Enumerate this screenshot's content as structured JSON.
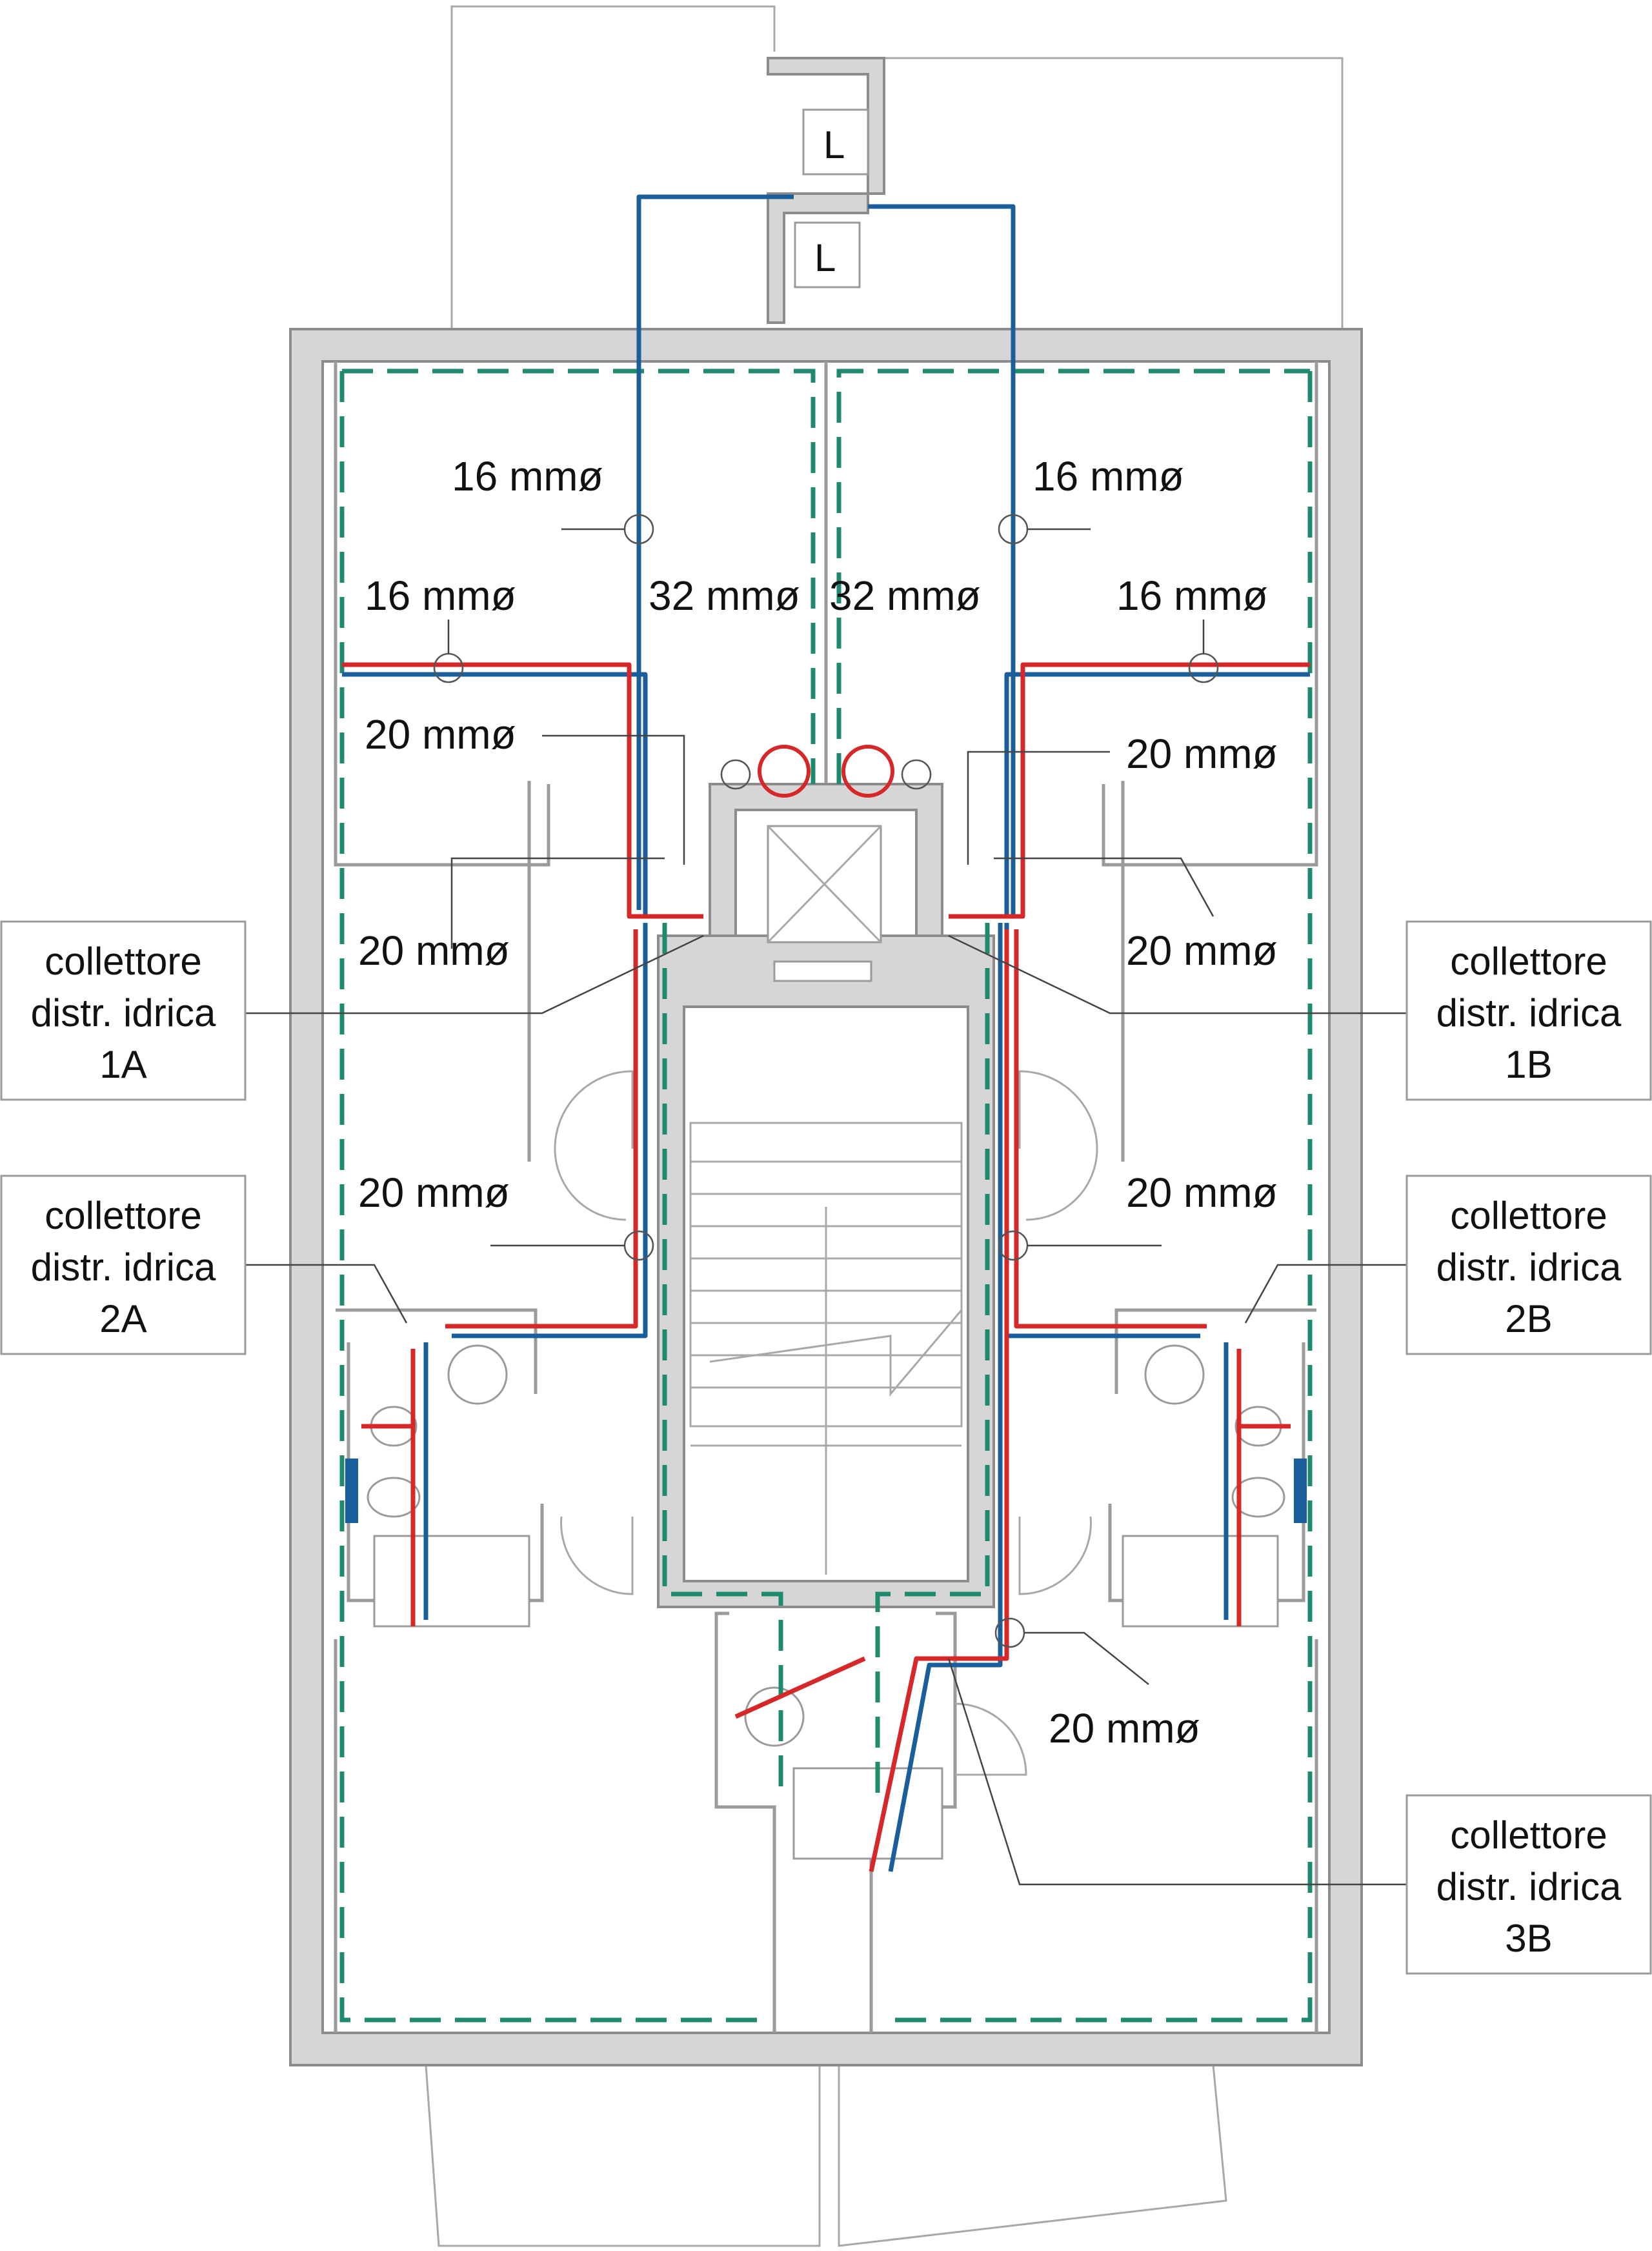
{
  "diameter_labels": {
    "nw_upper": "16 mmø",
    "ne_upper": "16 mmø",
    "nw_lower": "16 mmø",
    "ne_lower": "16 mmø",
    "center_left": "32 mmø",
    "center_right": "32 mmø",
    "w_riser": "20 mmø",
    "e_riser": "20 mmø",
    "w_mid": "20 mmø",
    "e_mid": "20 mmø",
    "w_low": "20 mmø",
    "e_low": "20 mmø",
    "s_center": "20 mmø"
  },
  "manifolds": {
    "m1a": {
      "line1": "collettore",
      "line2": "distr. idrica",
      "line3": "1A"
    },
    "m1b": {
      "line1": "collettore",
      "line2": "distr. idrica",
      "line3": "1B"
    },
    "m2a": {
      "line1": "collettore",
      "line2": "distr. idrica",
      "line3": "2A"
    },
    "m2b": {
      "line1": "collettore",
      "line2": "distr. idrica",
      "line3": "2B"
    },
    "m3b": {
      "line1": "collettore",
      "line2": "distr. idrica",
      "line3": "3B"
    }
  },
  "shaft_labels": {
    "upper": "L",
    "lower": "L"
  },
  "colors": {
    "hot_pipe": "#d62828",
    "cold_pipe": "#1b5e9c",
    "boundary": "#1f8a6e",
    "wall": "#d6d6d6"
  }
}
